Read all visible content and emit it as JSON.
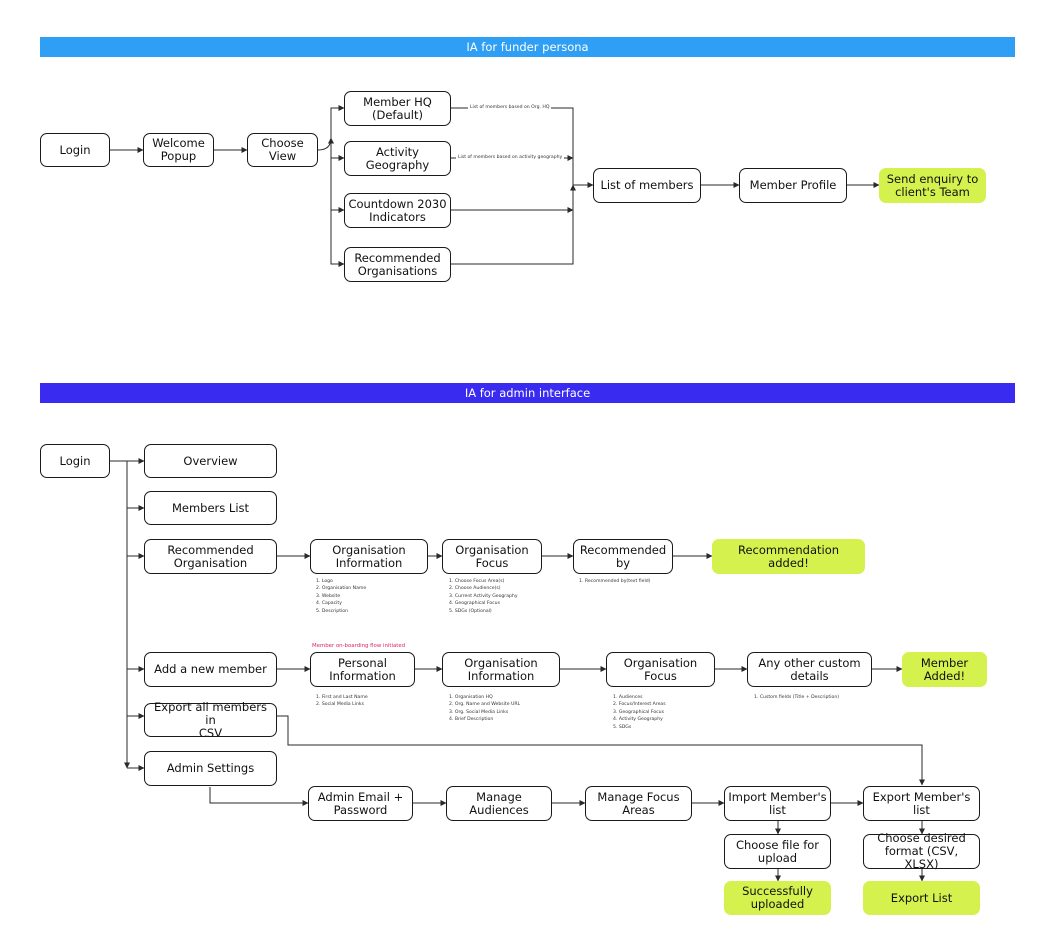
{
  "funder": {
    "banner": "IA for funder persona",
    "nodes": {
      "login": "Login",
      "welcome": "Welcome\nPopup",
      "choose_view": "Choose\nView",
      "member_hq": "Member HQ\n(Default)",
      "activity_geo": "Activity\nGeography",
      "countdown": "Countdown 2030\nIndicators",
      "recommended": "Recommended\nOrganisations",
      "list_members": "List of members",
      "member_profile": "Member Profile",
      "send_enquiry": "Send enquiry to\nclient's Team"
    },
    "edge_labels": {
      "hq": "List of members based on Org. HQ",
      "geo": "List of members based on activity geography"
    }
  },
  "admin": {
    "banner": "IA for admin interface",
    "nodes": {
      "login": "Login",
      "overview": "Overview",
      "members_list": "Members List",
      "recommended_org": "Recommended\nOrganisation",
      "org_info_1": "Organisation\nInformation",
      "org_focus_1": "Organisation\nFocus",
      "recommended_by": "Recommended by",
      "recommendation_added": "Recommendation added!",
      "add_member": "Add a new member",
      "personal_info": "Personal\nInformation",
      "org_info_2": "Organisation\nInformation",
      "org_focus_2": "Organisation Focus",
      "custom_details": "Any other custom\ndetails",
      "member_added": "Member\nAdded!",
      "export_csv": "Export all members in\nCSV",
      "admin_settings": "Admin Settings",
      "admin_email": "Admin Email +\nPassword",
      "manage_audiences": "Manage Audiences",
      "manage_focus": "Manage Focus\nAreas",
      "import_list": "Import Member's\nlist",
      "export_list_node": "Export Member's list",
      "choose_file": "Choose file for\nupload",
      "uploaded": "Successfully\nuploaded",
      "choose_format": "Choose desired\nformat (CSV, XLSX)",
      "export_list": "Export List"
    },
    "flag": "Member on-boarding flow initiated",
    "notes": {
      "org_info_1": [
        "1. Logo",
        "2. Organisation Name",
        "3. Website",
        "4. Capacity",
        "5. Description"
      ],
      "org_focus_1": [
        "1. Choose Focus Area(s)",
        "2. Choose Audience(s)",
        "3. Current Activity Geography",
        "4. Geographical Focus",
        "5. SDGs (Optional)"
      ],
      "recommended_by": [
        "1. Recommended by(text field)"
      ],
      "personal_info": [
        "1. First and Last Name",
        "2. Social Media Links"
      ],
      "org_info_2": [
        "1. Organisation HQ",
        "2. Org. Name and Website URL",
        "3. Org. Social Media Links",
        "4. Brief Description"
      ],
      "org_focus_2": [
        "1. Audiences",
        "2. Focus/Interest Areas",
        "3. Geographical Focus",
        "4. Activity Geography",
        "5. SDGs"
      ],
      "custom_details": [
        "1. Custom fields (Title + Description)"
      ]
    }
  }
}
